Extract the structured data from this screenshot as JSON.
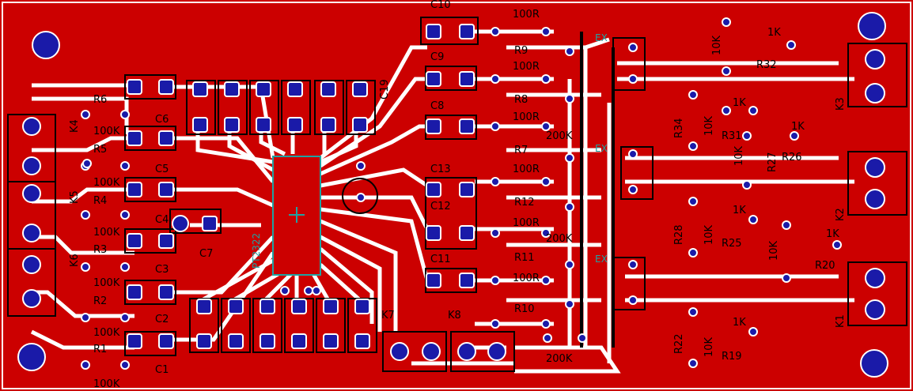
{
  "colors": {
    "copper": "#cc0000",
    "trace": "#ffffff",
    "pad": "#1a1aa8",
    "silk": "#000000",
    "silk2": "#1fa3a3"
  },
  "labels": {
    "r6": "R6",
    "r5": "R5",
    "r4": "R4",
    "r3": "R3",
    "r2": "R2",
    "r1": "R1",
    "v100k": "100K",
    "c1": "C1",
    "c2": "C2",
    "c3": "C3",
    "c4": "C4",
    "c5": "C5",
    "c6": "C6",
    "c7": "C7",
    "k4": "K4",
    "k5": "K5",
    "k6": "K6",
    "k1": "K1",
    "k2": "K2",
    "k3": "K3",
    "k7": "K7",
    "k8": "K8",
    "c8": "C8",
    "c9": "C9",
    "c10": "C10",
    "c11": "C11",
    "c12": "C12",
    "c13": "C13",
    "c19": "C19",
    "r7": "R7",
    "r8": "R8",
    "r9": "R9",
    "r10": "R10",
    "r11": "R11",
    "r12": "R12",
    "r19": "R19",
    "r20": "R20",
    "r22": "R22",
    "r25": "R25",
    "r26": "R26",
    "r27": "R27",
    "r28": "R28",
    "r31": "R31",
    "r32": "R32",
    "r34": "R34",
    "v1k": "1K",
    "v10k": "10K",
    "v200k": "200K",
    "v100r": "100R",
    "ic": "PT2322",
    "ex": "EX"
  }
}
